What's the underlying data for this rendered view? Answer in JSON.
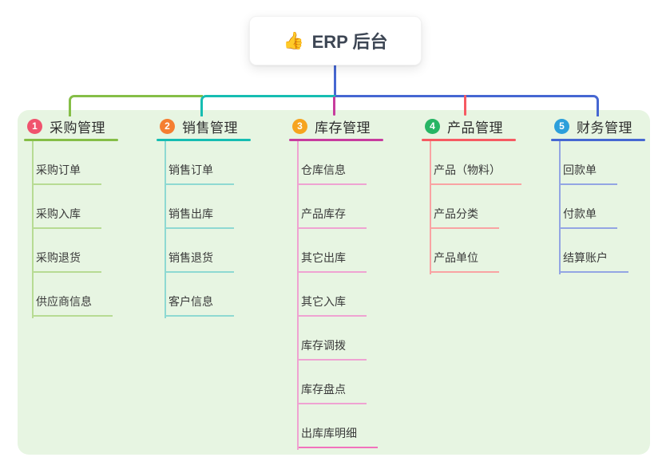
{
  "root": {
    "icon": "👍",
    "title": "ERP 后台",
    "line_color": "#4667D2"
  },
  "canvas": {
    "background": "#FFFFFF",
    "panel_bg": "#E7F5E2"
  },
  "branches": [
    {
      "number": "1",
      "name": "采购管理",
      "badge_color": "#F0536E",
      "line_color": "#85BE47",
      "item_line_color": "#B7DB93",
      "items": [
        "采购订单",
        "采购入库",
        "采购退货",
        "供应商信息"
      ]
    },
    {
      "number": "2",
      "name": "销售管理",
      "badge_color": "#F57E31",
      "line_color": "#16BDB2",
      "item_line_color": "#8ED9D2",
      "items": [
        "销售订单",
        "销售出库",
        "销售退货",
        "客户信息"
      ]
    },
    {
      "number": "3",
      "name": "库存管理",
      "badge_color": "#F6A41F",
      "line_color": "#C73C9E",
      "item_line_color": "#EFA3D2",
      "last_item_line_color": "#F272BC",
      "items": [
        "仓库信息",
        "产品库存",
        "其它出库",
        "其它入库",
        "库存调拨",
        "库存盘点",
        "出库库明细"
      ]
    },
    {
      "number": "4",
      "name": "产品管理",
      "badge_color": "#27B564",
      "line_color": "#F65A62",
      "item_line_color": "#F9A3A3",
      "items": [
        "产品（物料）",
        "产品分类",
        "产品单位"
      ]
    },
    {
      "number": "5",
      "name": "财务管理",
      "badge_color": "#2C9FDB",
      "line_color": "#4667D2",
      "item_line_color": "#93A5E3",
      "items": [
        "回款单",
        "付款单",
        "结算账户"
      ]
    }
  ]
}
